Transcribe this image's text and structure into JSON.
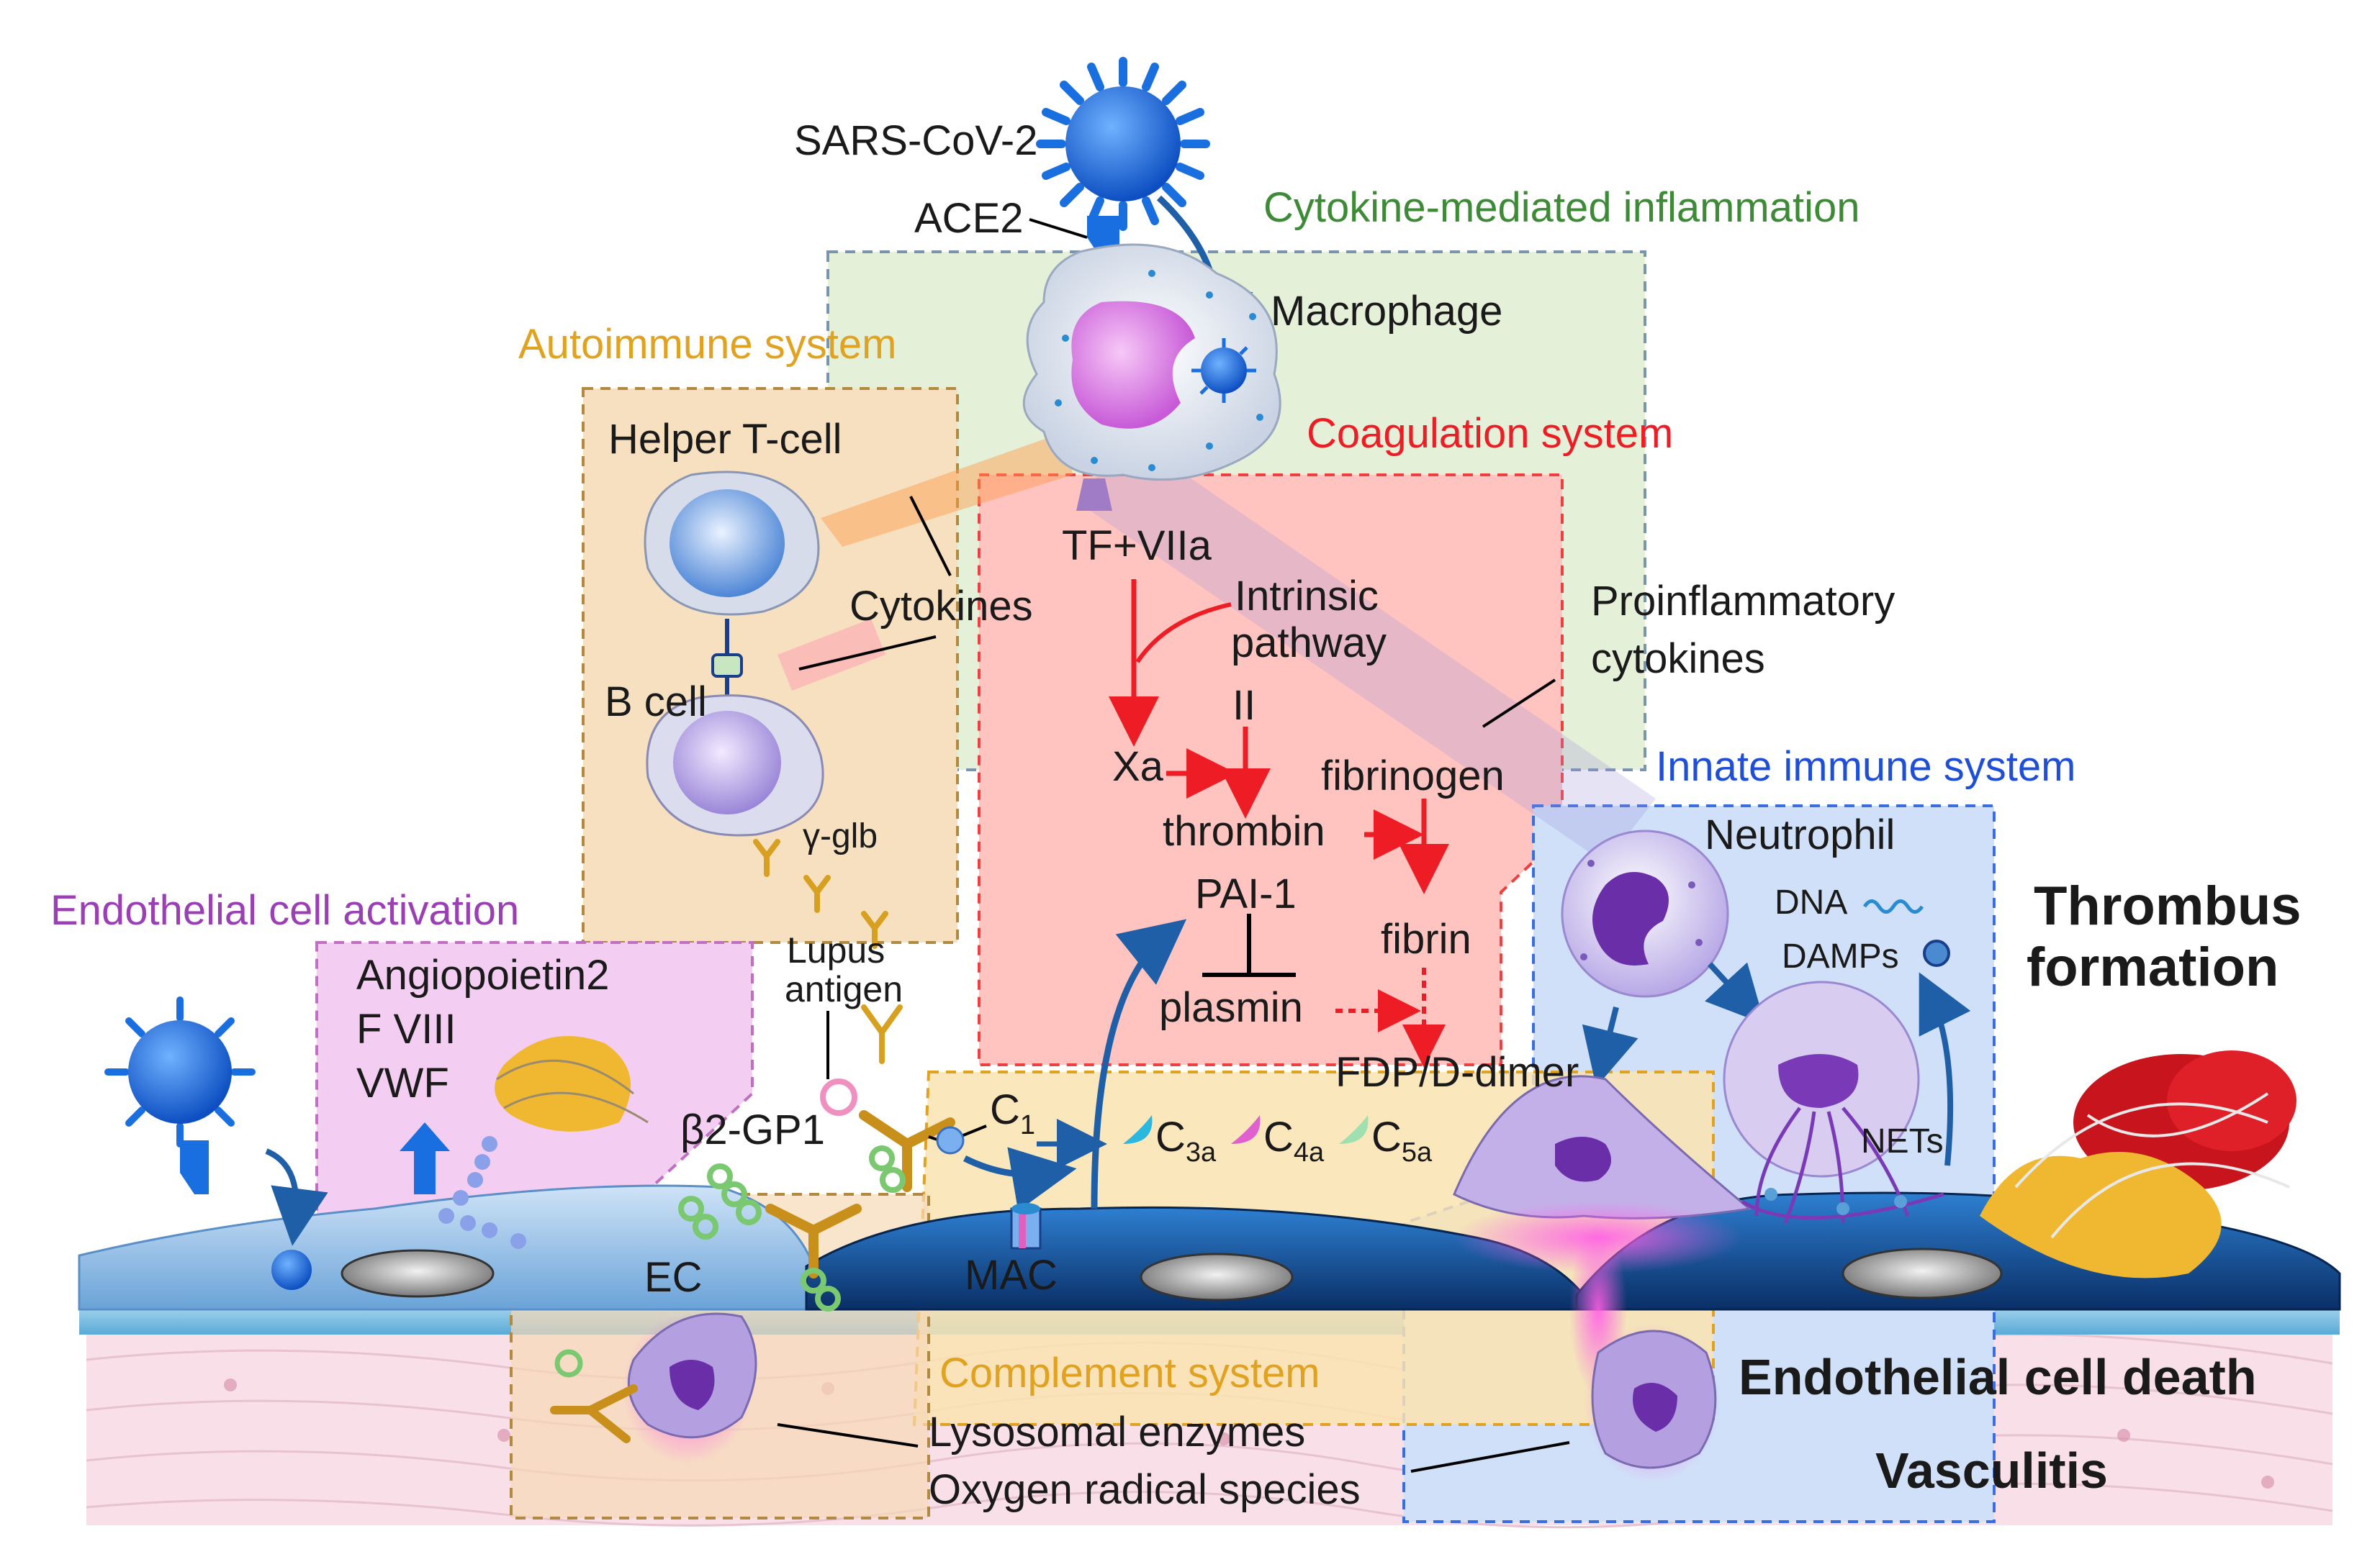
{
  "labels": {
    "sars": "SARS-CoV-2",
    "ace2": "ACE2",
    "cytokine_title": "Cytokine-mediated inflammation",
    "macrophage": "Macrophage",
    "autoimmune_title": "Autoimmune system",
    "helper_t": "Helper T-cell",
    "b_cell": "B cell",
    "cytokines": "Cytokines",
    "gamma_glb": "γ-glb",
    "lupus_line1": "Lupus",
    "lupus_line2": "antigen",
    "coag_title": "Coagulation system",
    "tf_viia": "TF+VIIa",
    "intrinsic_line1": "Intrinsic",
    "intrinsic_line2": "pathway",
    "factor_ii": "II",
    "xa": "Xa",
    "thrombin": "thrombin",
    "fibrinogen": "fibrinogen",
    "pai1": "PAI-1",
    "fibrin": "fibrin",
    "plasmin": "plasmin",
    "fdp": "FDP/D-dimer",
    "proinflam_line1": "Proinflammatory",
    "proinflam_line2": "cytokines",
    "innate_title": "Innate immune system",
    "neutrophil": "Neutrophil",
    "dna": "DNA",
    "damps": "DAMPs",
    "nets": "NETs",
    "thrombus_line1": "Thrombus",
    "thrombus_line2": "formation",
    "endo_title": "Endothelial cell activation",
    "angiopoietin": "Angiopoietin2",
    "fviii": "F VIII",
    "vwf": "VWF",
    "b2gp1": "β2-GP1",
    "c1": "C",
    "c1_sub": "1",
    "c3a": "C",
    "c3a_sub": "3a",
    "c4a": "C",
    "c4a_sub": "4a",
    "c5a": "C",
    "c5a_sub": "5a",
    "mac": "MAC",
    "ec": "EC",
    "complement_title": "Complement system",
    "lysosomal": "Lysosomal enzymes",
    "oxygen": "Oxygen radical species",
    "ec_death": "Endothelial cell death",
    "vasculitis": "Vasculitis"
  },
  "colors": {
    "cytokine_green": "#3d8b37",
    "autoimmune_orange": "#e0a21f",
    "coag_red": "#ee1c25",
    "innate_blue": "#1f4fd8",
    "endo_purple": "#9b3fb5",
    "complement_orange": "#e0a21f",
    "virus_blue": "#1a6fe0",
    "arrow_blue": "#1f5fa8"
  }
}
